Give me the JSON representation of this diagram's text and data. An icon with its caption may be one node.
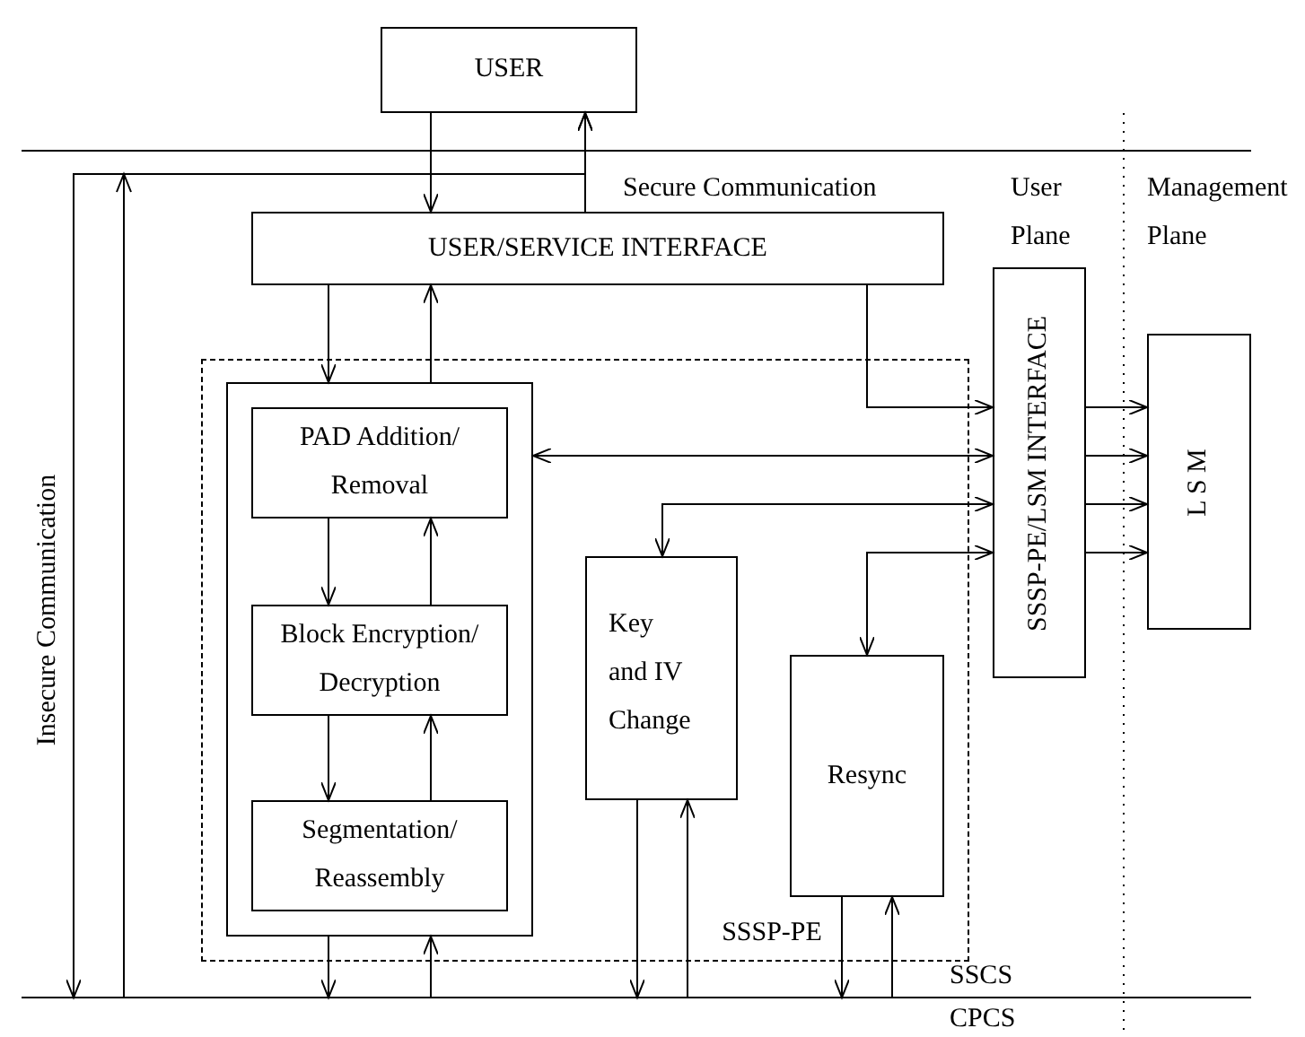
{
  "diagram": {
    "nodes": [
      {
        "text": [
          "USER"
        ]
      },
      {
        "text": [
          "USER/SERVICE INTERFACE"
        ]
      },
      {
        "text": [
          "SSSP-PE"
        ]
      },
      {
        "text": [],
        "shape": "box",
        "in": 2
      },
      {
        "text": [
          "PAD Addition/ Removal"
        ],
        "in": 3
      },
      {
        "text": [
          "Block Encryption/ Decryption"
        ],
        "in": 3
      },
      {
        "text": [
          "Segmentation/ Reassembly"
        ],
        "in": 3
      },
      {
        "text": [
          "Key and IV Change"
        ],
        "in": 2
      },
      {
        "text": [
          "Resync"
        ],
        "in": 2
      },
      {
        "text": [
          "SSSP-PE/LSM INTERFACE"
        ]
      },
      {
        "text": [
          "L S M"
        ]
      }
    ],
    "edges": [
      {
        "from": 0,
        "to": 1,
        "arrow": "to"
      },
      {
        "from": 1,
        "to": 0,
        "arrow": "to"
      },
      {
        "from": 1,
        "to": null,
        "arrow": "to"
      },
      {
        "from": null,
        "to": 0,
        "arrow": "to"
      },
      {
        "from": 1,
        "to": 3,
        "arrow": "to"
      },
      {
        "from": 3,
        "to": 1,
        "arrow": "to"
      },
      {
        "from": 1,
        "to": 9,
        "arrow": "to"
      },
      {
        "from": 3,
        "to": 9,
        "arrow": "both"
      },
      {
        "from": 9,
        "to": 7,
        "arrow": "both"
      },
      {
        "from": 9,
        "to": 8,
        "arrow": "both"
      },
      {
        "from": 9,
        "to": 10,
        "arrow": "to"
      },
      {
        "from": 9,
        "to": 10,
        "arrow": "to"
      },
      {
        "from": 9,
        "to": 10,
        "arrow": "to"
      },
      {
        "from": 9,
        "to": 10,
        "arrow": "to"
      },
      {
        "from": 4,
        "to": 5,
        "arrow": "to"
      },
      {
        "from": 5,
        "to": 4,
        "arrow": "to"
      },
      {
        "from": 5,
        "to": 6,
        "arrow": "to"
      },
      {
        "from": 6,
        "to": 5,
        "arrow": "to"
      },
      {
        "from": 3,
        "to": null,
        "arrow": "to"
      },
      {
        "from": null,
        "to": 3,
        "arrow": "to"
      },
      {
        "from": 7,
        "to": null,
        "arrow": "to"
      },
      {
        "from": null,
        "to": 7,
        "arrow": "to"
      },
      {
        "from": 8,
        "to": null,
        "arrow": "to"
      },
      {
        "from": null,
        "to": 8,
        "arrow": "to"
      }
    ],
    "labels": [
      "Secure Communication",
      "User Plane",
      "Management Plane",
      "Insecure Communication",
      "SSCS",
      "CPCS"
    ]
  }
}
